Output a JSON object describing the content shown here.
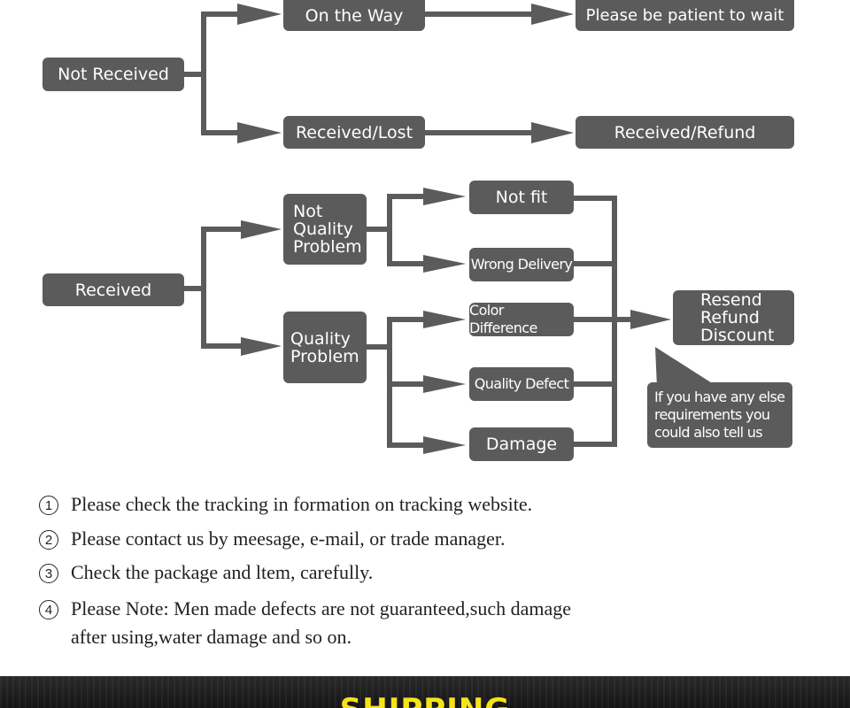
{
  "flow": {
    "not_received": "Not Received",
    "on_the_way": "On the Way",
    "please_wait": "Please be patient to wait",
    "received_lost": "Received/Lost",
    "received_refund": "Received/Refund",
    "received": "Received",
    "not_quality_problem": [
      "Not",
      "Quality",
      "Problem"
    ],
    "quality_problem": [
      "Quality",
      "Problem"
    ],
    "not_fit": "Not fit",
    "wrong_delivery": "Wrong Delivery",
    "color_difference": "Color Difference",
    "quality_defect": "Quality Defect",
    "damage": "Damage",
    "resolution": [
      "Resend",
      "Refund",
      "Discount"
    ],
    "callout": [
      "If you have any else",
      "requirements you",
      "could also tell us"
    ]
  },
  "notes": [
    {
      "num": "1",
      "text": "Please check the tracking in formation on tracking website."
    },
    {
      "num": "2",
      "text": "Please contact us by meesage, e-mail, or trade manager."
    },
    {
      "num": "3",
      "text": "Check the package and ltem, carefully."
    },
    {
      "num": "4",
      "text": "Please Note: Men made defects  are not guaranteed,such damage\nafter using,water damage and so on."
    }
  ],
  "banner": {
    "title": "SHIPPING"
  },
  "colors": {
    "box": "#5b5b5b",
    "connector": "#5b5b5b",
    "banner_text": "#f5e31a",
    "banner_bg": "#1c1c1c"
  }
}
